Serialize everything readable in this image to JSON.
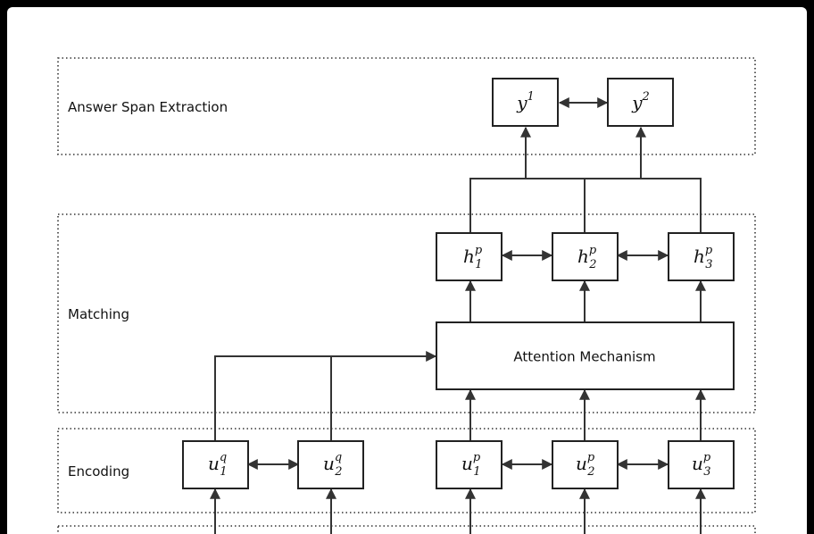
{
  "layers": {
    "answer_span_extraction": "Answer Span Extraction",
    "matching": "Matching",
    "encoding": "Encoding"
  },
  "attention": {
    "label": "Attention Mechanism"
  },
  "nodes": {
    "y1": {
      "base": "y",
      "sup": "1",
      "sub": ""
    },
    "y2": {
      "base": "y",
      "sup": "2",
      "sub": ""
    },
    "h1": {
      "base": "h",
      "sup": "p",
      "sub": "1"
    },
    "h2": {
      "base": "h",
      "sup": "p",
      "sub": "2"
    },
    "h3": {
      "base": "h",
      "sup": "p",
      "sub": "3"
    },
    "uq1": {
      "base": "u",
      "sup": "q",
      "sub": "1"
    },
    "uq2": {
      "base": "u",
      "sup": "q",
      "sub": "2"
    },
    "up1": {
      "base": "u",
      "sup": "p",
      "sub": "1"
    },
    "up2": {
      "base": "u",
      "sup": "p",
      "sub": "2"
    },
    "up3": {
      "base": "u",
      "sup": "p",
      "sub": "3"
    }
  }
}
